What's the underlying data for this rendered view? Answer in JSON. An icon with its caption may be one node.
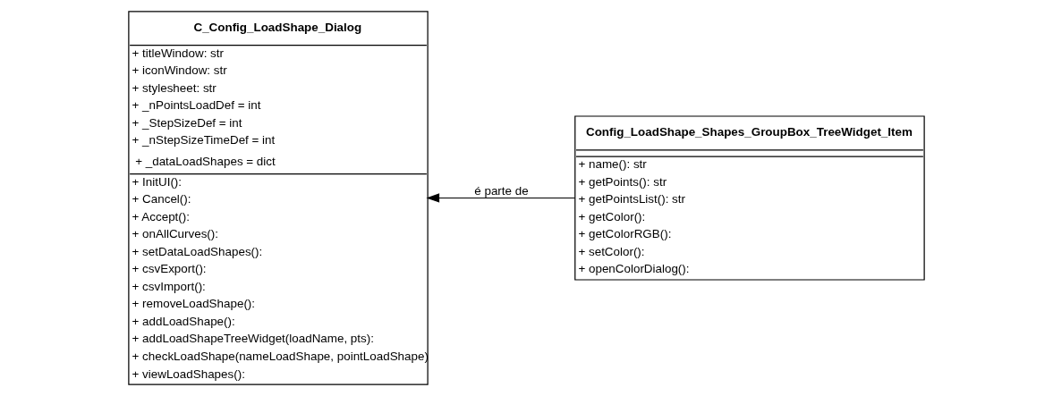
{
  "diagram": {
    "nodes": [
      {
        "text": [
          "C_Config_LoadShape_Dialog",
          "+ titleWindow: str",
          "+ iconWindow: str",
          "+ stylesheet: str",
          "+ _nPointsLoadDef = int",
          "+ _StepSizeDef = int",
          "+ _nStepSizeTimeDef = int",
          "+ _dataLoadShapes = dict",
          "+ InitUI():",
          "+ Cancel():",
          "+ Accept():",
          "+ onAllCurves():",
          "+ setDataLoadShapes():",
          "+ csvExport():",
          "+ csvImport():",
          "+ removeLoadShape():",
          "+ addLoadShape():",
          "+ addLoadShapeTreeWidget(loadName, pts):",
          "+ checkLoadShape(nameLoadShape, pointLoadShape)",
          "+ viewLoadShapes():"
        ]
      },
      {
        "text": [
          "Config_LoadShape_Shapes_GroupBox_TreeWidget_Item",
          "+ name(): str",
          "+ getPoints(): str",
          "+ getPointsList(): str",
          "+ getColor():",
          "+ getColorRGB():",
          "+ setColor():",
          "+ openColorDialog():"
        ]
      }
    ],
    "edges": [
      {
        "from": 1,
        "to": 0,
        "arrow": "to",
        "label": "é parte de"
      }
    ]
  }
}
